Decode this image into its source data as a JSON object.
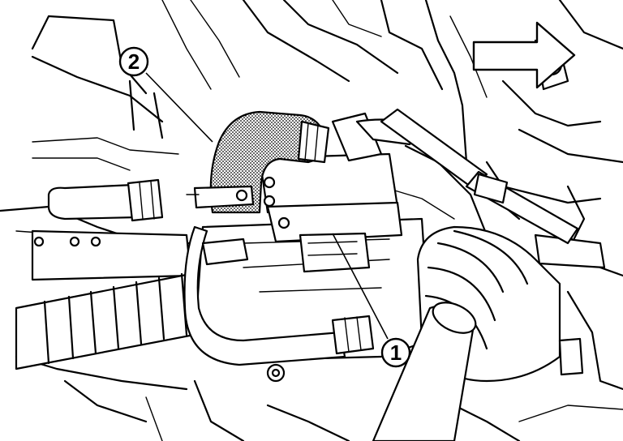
{
  "callouts": [
    {
      "label": "2",
      "leader_to": [
        255,
        150
      ]
    },
    {
      "label": "1",
      "leader_to": [
        408,
        290
      ]
    }
  ],
  "highlight": {
    "pattern": "dotted-hatch",
    "color": "#000000"
  },
  "arrow": {
    "direction": "right"
  }
}
